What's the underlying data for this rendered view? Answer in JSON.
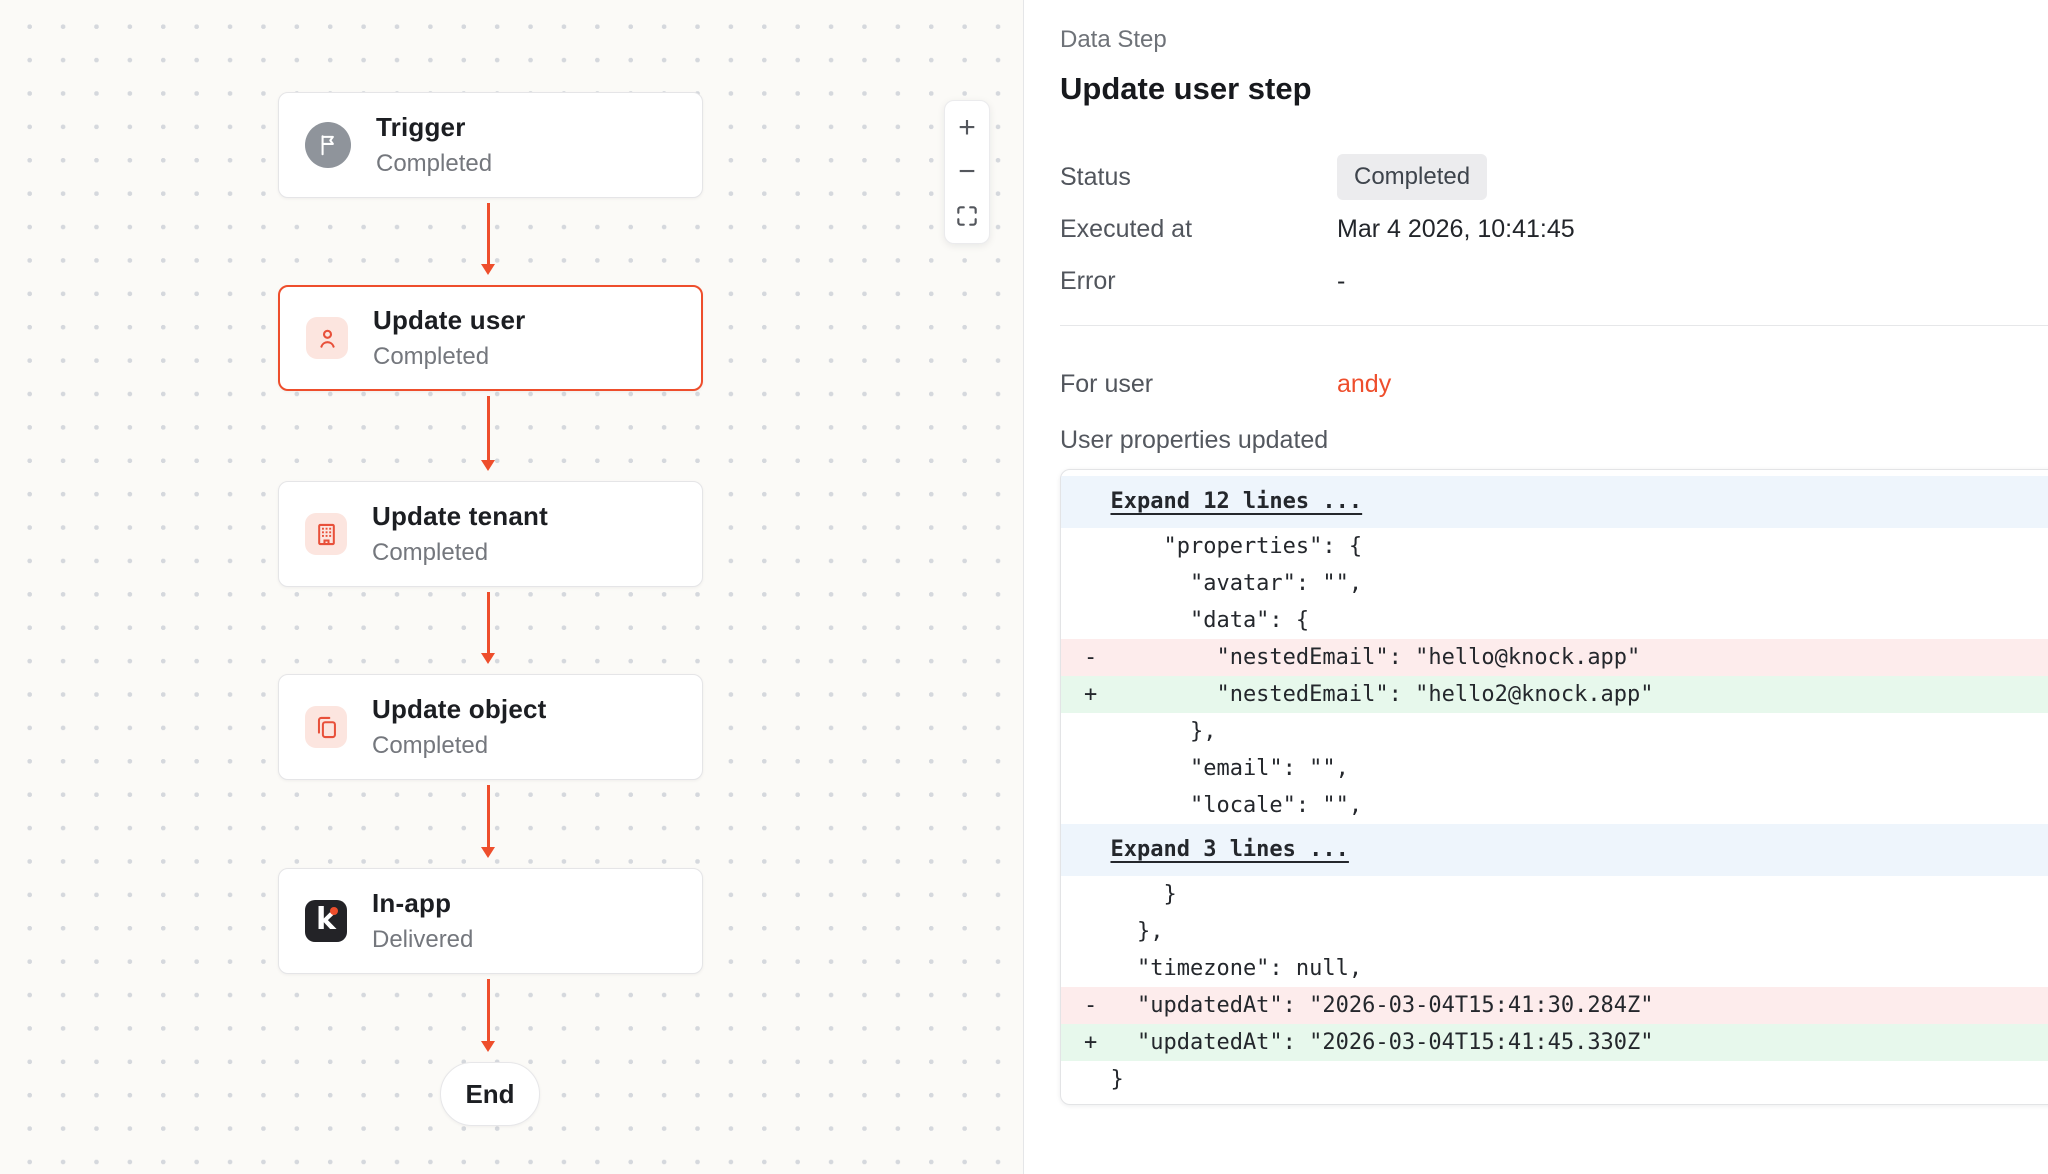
{
  "canvas": {
    "nodes": [
      {
        "id": "trigger",
        "title": "Trigger",
        "subtitle": "Completed",
        "icon": "flag-icon",
        "icon_style": "gray-circle",
        "selected": false
      },
      {
        "id": "update-user",
        "title": "Update user",
        "subtitle": "Completed",
        "icon": "user-icon",
        "icon_style": "red-square",
        "selected": true
      },
      {
        "id": "update-tenant",
        "title": "Update tenant",
        "subtitle": "Completed",
        "icon": "building-icon",
        "icon_style": "red-square",
        "selected": false
      },
      {
        "id": "update-object",
        "title": "Update object",
        "subtitle": "Completed",
        "icon": "copy-icon",
        "icon_style": "red-square",
        "selected": false
      },
      {
        "id": "in-app",
        "title": "In-app",
        "subtitle": "Delivered",
        "icon": "knock-icon",
        "icon_style": "dark-square",
        "selected": false
      }
    ],
    "end_label": "End",
    "zoom_controls": {
      "zoom_in": "+",
      "zoom_out": "−",
      "fit_icon": "fit-view-icon"
    }
  },
  "panel": {
    "eyebrow": "Data Step",
    "title": "Update user step",
    "fields": [
      {
        "label": "Status",
        "value": "Completed",
        "type": "badge"
      },
      {
        "label": "Executed at",
        "value": "Mar 4 2026, 10:41:45",
        "type": "text"
      },
      {
        "label": "Error",
        "value": "-",
        "type": "text"
      }
    ],
    "for_user_label": "For user",
    "for_user_value": "andy",
    "diff_heading": "User properties updated",
    "diff_lines": [
      {
        "type": "expand",
        "text": "Expand 12 lines ..."
      },
      {
        "type": "ctx",
        "text": "      \"properties\": {"
      },
      {
        "type": "ctx",
        "text": "        \"avatar\": \"\","
      },
      {
        "type": "ctx",
        "text": "        \"data\": {"
      },
      {
        "type": "del",
        "text": "-         \"nestedEmail\": \"hello@knock.app\""
      },
      {
        "type": "add",
        "text": "+         \"nestedEmail\": \"hello2@knock.app\""
      },
      {
        "type": "ctx",
        "text": "        },"
      },
      {
        "type": "ctx",
        "text": "        \"email\": \"\","
      },
      {
        "type": "ctx",
        "text": "        \"locale\": \"\","
      },
      {
        "type": "expand",
        "text": "Expand 3 lines ..."
      },
      {
        "type": "ctx",
        "text": "      }"
      },
      {
        "type": "ctx",
        "text": "    },"
      },
      {
        "type": "ctx",
        "text": "    \"timezone\": null,"
      },
      {
        "type": "del",
        "text": "-   \"updatedAt\": \"2026-03-04T15:41:30.284Z\""
      },
      {
        "type": "add",
        "text": "+   \"updatedAt\": \"2026-03-04T15:41:45.330Z\""
      },
      {
        "type": "ctx",
        "text": "  }"
      }
    ]
  },
  "colors": {
    "accent_red": "#ee4e2c",
    "icon_red_bg": "#fce5df",
    "icon_gray_bg": "#8f949b",
    "knock_dark": "#232327",
    "canvas_bg": "#fbfaf7",
    "badge_bg": "#ececee",
    "diff_del_bg": "#fdecec",
    "diff_add_bg": "#e7f8ec",
    "diff_expand_bg": "#eef5fc"
  }
}
